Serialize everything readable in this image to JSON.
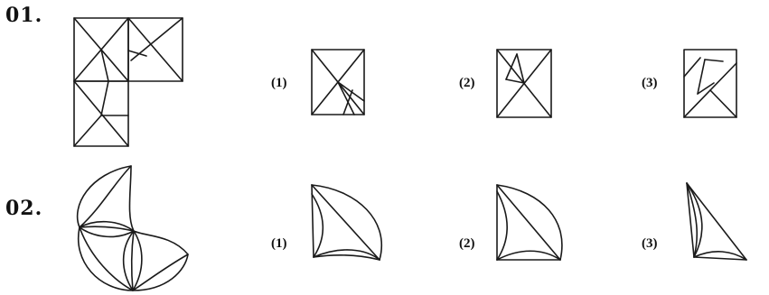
{
  "questions": [
    {
      "number": "01.",
      "options": [
        {
          "label": "(1)"
        },
        {
          "label": "(2)"
        },
        {
          "label": "(3)"
        }
      ]
    },
    {
      "number": "02.",
      "options": [
        {
          "label": "(1)"
        },
        {
          "label": "(2)"
        },
        {
          "label": "(3)"
        }
      ]
    }
  ]
}
